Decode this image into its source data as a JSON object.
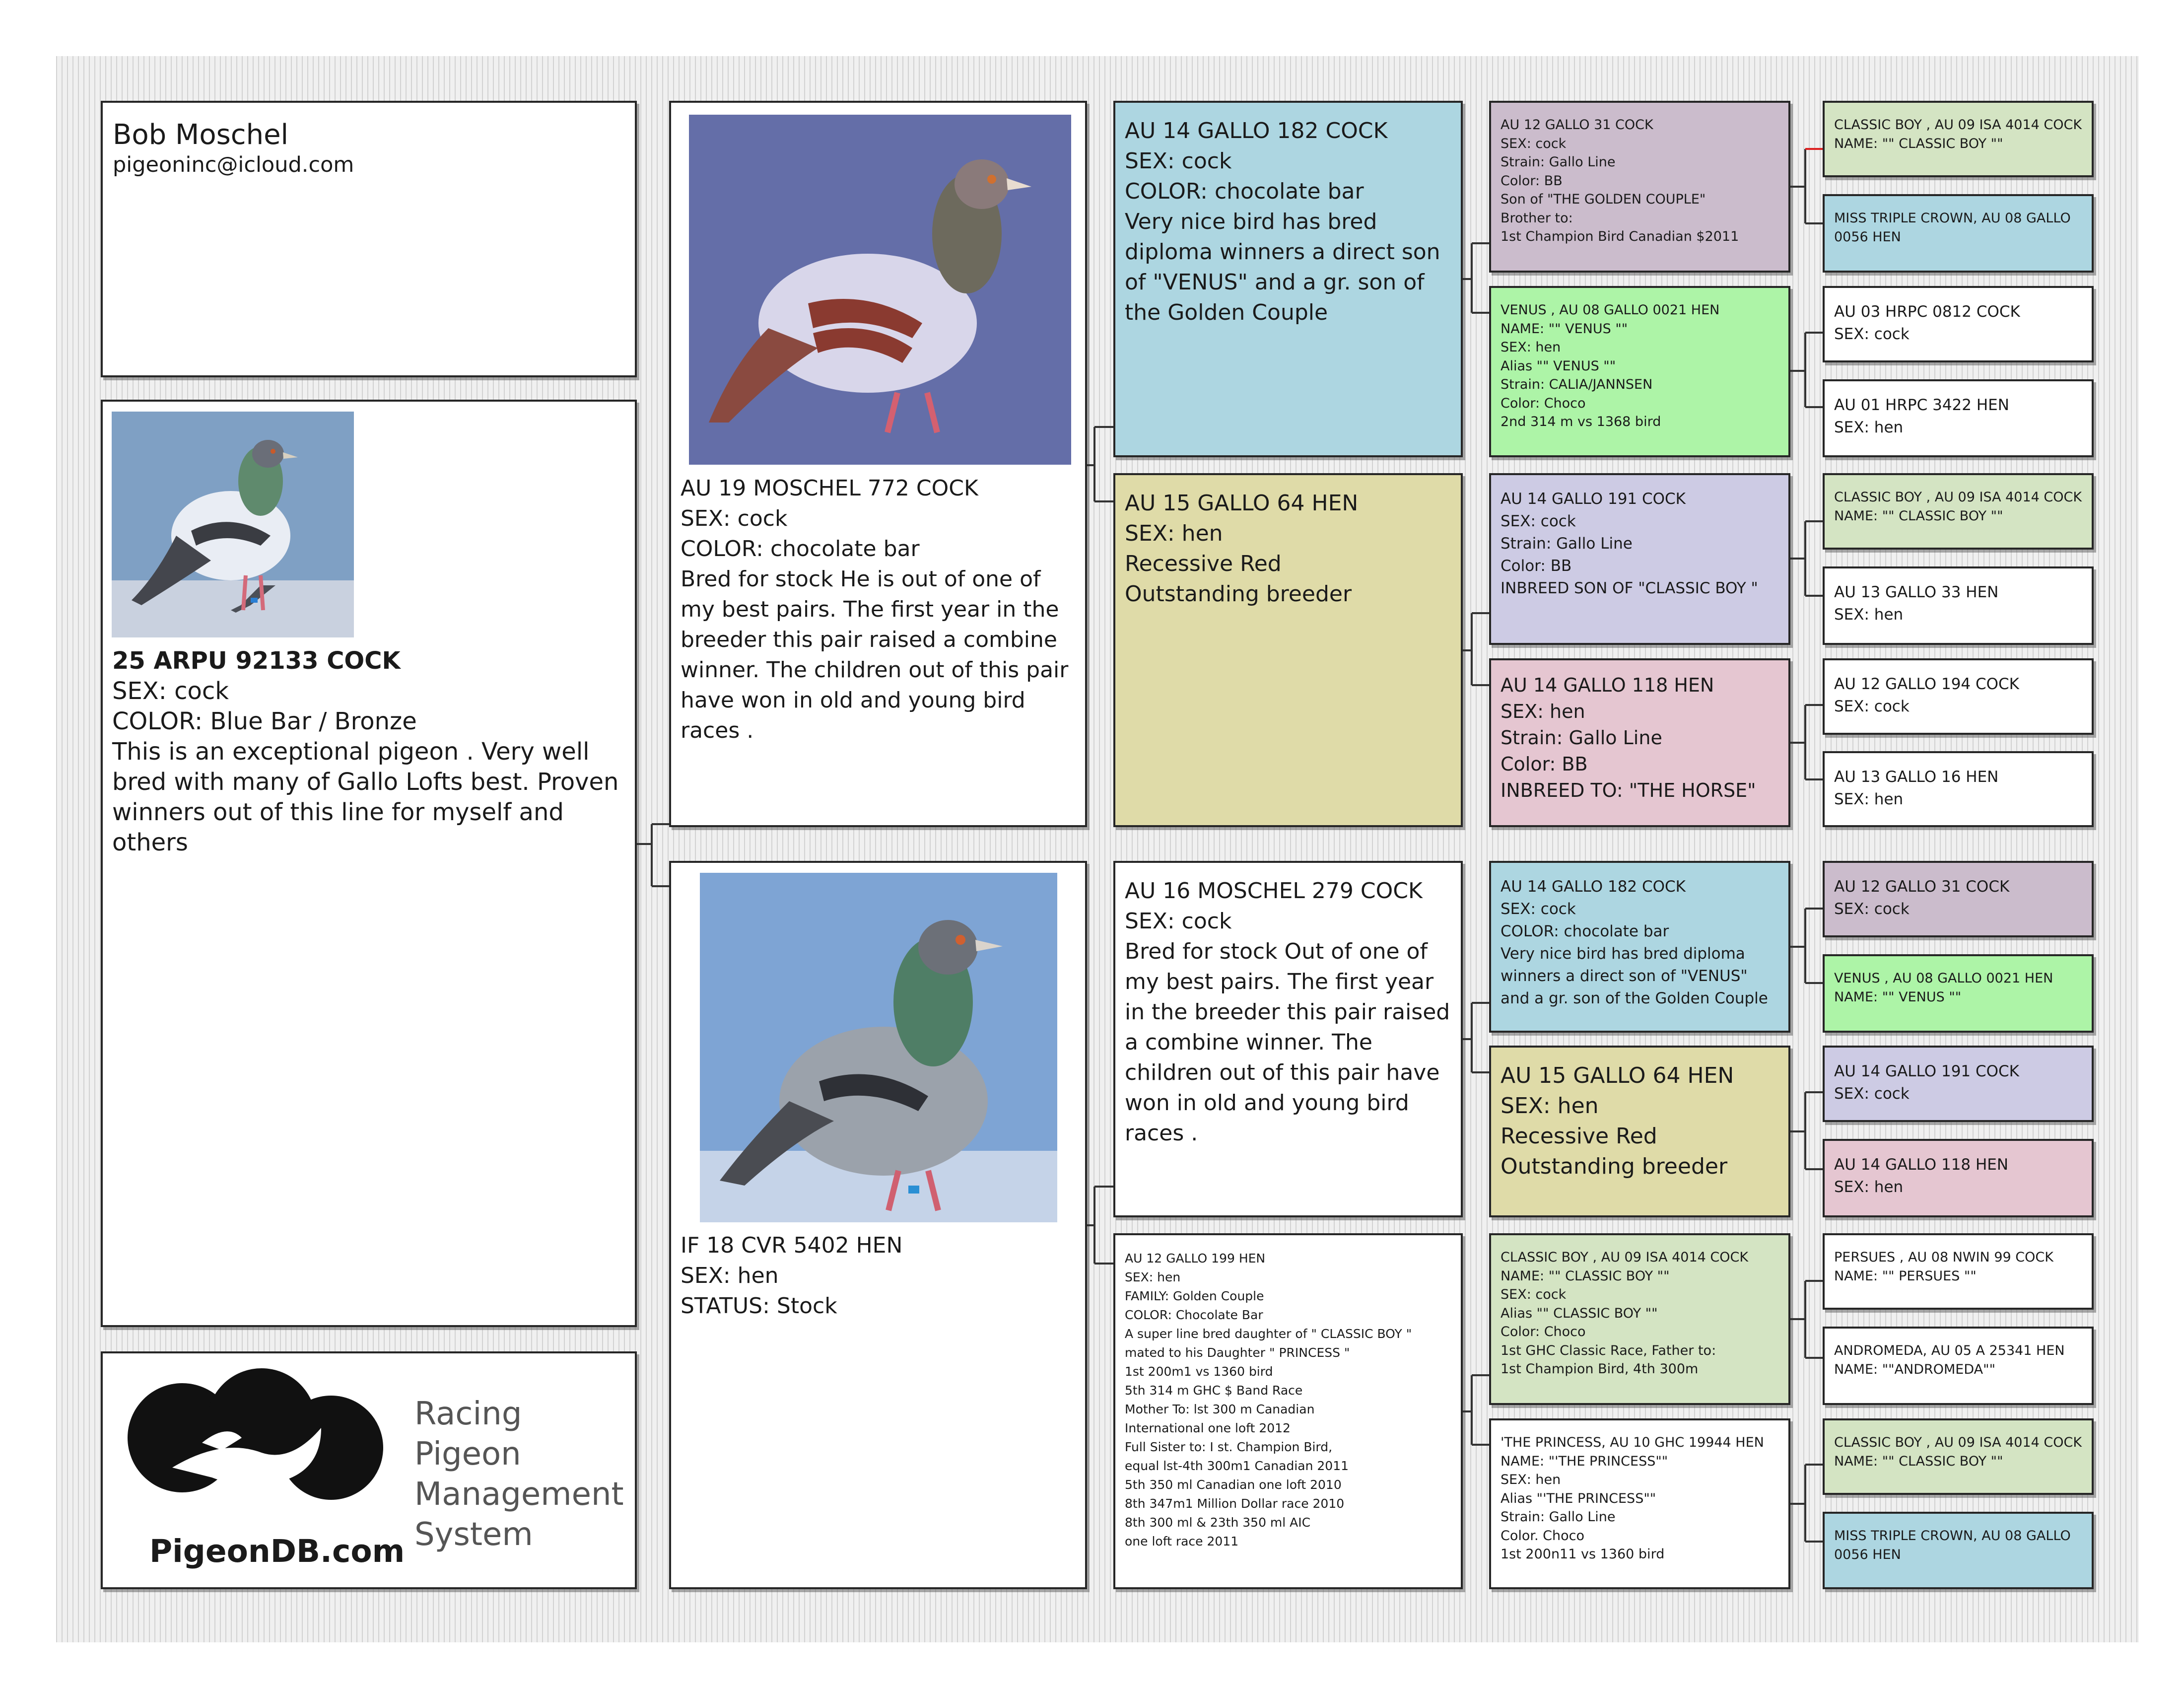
{
  "owner": {
    "name": "Bob Moschel",
    "email": "pigeoninc@icloud.com"
  },
  "subject": {
    "ring": "25 ARPU 92133 COCK",
    "lines": [
      "SEX: cock",
      "COLOR: Blue Bar / Bronze",
      "This is an exceptional pigeon . Very well bred with many of Gallo Lofts best. Proven winners out of this line for myself and others"
    ]
  },
  "sire": {
    "lines": [
      "AU 19 MOSCHEL 772 COCK",
      "SEX: cock",
      "COLOR: chocolate bar",
      "Bred for stock He is out of one of my best pairs. The first year in the breeder this pair raised a combine winner. The children out of this pair have won in old and young bird races ."
    ]
  },
  "dam": {
    "lines": [
      "IF 18 CVR 5402 HEN",
      "SEX: hen",
      "STATUS: Stock"
    ]
  },
  "grandparents": {
    "ss": [
      "AU 14 GALLO 182 COCK",
      "SEX: cock",
      "COLOR: chocolate bar",
      "Very nice bird has bred diploma winners a direct son of \"VENUS\" and a gr. son of the Golden Couple"
    ],
    "sd": [
      "AU 15 GALLO 64 HEN",
      "SEX: hen",
      "Recessive Red",
      "Outstanding breeder"
    ],
    "ds": [
      "AU 16 MOSCHEL 279 COCK",
      "SEX: cock",
      "Bred for stock  Out of one of my best pairs. The first year in the breeder this pair raised a combine winner. The children out of this pair have won in old and young bird races ."
    ],
    "dd": [
      "AU 12 GALLO 199 HEN",
      "SEX: hen",
      "FAMILY: Golden Couple",
      "COLOR: Chocolate Bar",
      "A super line bred daughter of  \" CLASSIC BOY \"",
      "mated to his Daughter \" PRINCESS \"",
      "1st 200m1 vs 1360 bird",
      "5th 314 m GHC $ Band Race",
      "Mother To: lst 300 m Canadian",
      "International one loft 2012",
      "Full Sister to: I st. Champion Bird,",
      "equal lst-4th 300m1 Canadian 2011",
      "5th 350 ml Canadian one loft 2010",
      "8th 347m1 Million Dollar race 2010",
      "8th 300 ml & 23th 350 ml AIC",
      "one loft race 2011"
    ]
  },
  "great_grandparents": {
    "sss": [
      "AU 12 GALLO 31 COCK",
      "SEX: cock",
      "Strain: Gallo Line",
      "Color: BB",
      "Son of \"THE GOLDEN COUPLE\"",
      "Brother to:",
      "1st Champion Bird Canadian $2011"
    ],
    "ssd": [
      "VENUS ,  AU 08 GALLO 0021 HEN",
      "NAME: \"\" VENUS \"\"",
      "SEX: hen",
      "Alias \"\" VENUS \"\"",
      "Strain: CALIA/JANNSEN",
      "Color: Choco",
      "2nd 314 m vs 1368 bird"
    ],
    "sds": [
      "AU 14 GALLO 191 COCK",
      "SEX: cock",
      "Strain: Gallo Line",
      "Color: BB",
      "INBREED SON OF \"CLASSIC BOY \""
    ],
    "sdd": [
      "AU 14 GALLO 118 HEN",
      "SEX: hen",
      "Strain: Gallo Line",
      "Color: BB",
      "INBREED TO: \"THE HORSE\""
    ],
    "dss": [
      "AU 14 GALLO 182 COCK",
      "SEX: cock",
      "COLOR: chocolate bar",
      "Very nice bird has bred diploma winners a direct son of \"VENUS\" and a gr. son of the Golden Couple"
    ],
    "dsd": [
      "AU 15 GALLO 64 HEN",
      "SEX: hen",
      "Recessive Red",
      "Outstanding breeder"
    ],
    "dds": [
      "CLASSIC BOY ,  AU 09 ISA 4014 COCK",
      "NAME: \"\" CLASSIC BOY \"\"",
      "SEX: cock",
      "Alias \"\" CLASSIC BOY \"\"",
      "Color: Choco",
      "1st GHC Classic Race, Father to:",
      "1st Champion Bird, 4th 300m"
    ],
    "ddd": [
      "'THE PRINCESS,  AU 10 GHC 19944 HEN",
      "NAME: \"'THE PRINCESS\"\"",
      "SEX: hen",
      "Alias \"'THE PRINCESS\"\"",
      "Strain: Gallo Line",
      "Color. Choco",
      "1st 200n11 vs 1360 bird"
    ]
  },
  "gen5": [
    [
      "CLASSIC BOY ,  AU 09 ISA 4014 COCK",
      "NAME: \"\" CLASSIC BOY \"\""
    ],
    [
      "MISS TRIPLE CROWN,  AU 08 GALLO 0056 HEN"
    ],
    [
      "AU 03 HRPC 0812 COCK",
      "SEX: cock"
    ],
    [
      "AU 01 HRPC 3422 HEN",
      "SEX: hen"
    ],
    [
      "CLASSIC BOY ,  AU 09 ISA 4014 COCK",
      "NAME: \"\" CLASSIC BOY \"\""
    ],
    [
      "AU 13 GALLO 33 HEN",
      "SEX: hen"
    ],
    [
      "AU 12 GALLO 194 COCK",
      "SEX: cock"
    ],
    [
      "AU 13 GALLO 16 HEN",
      "SEX: hen"
    ],
    [
      "AU 12 GALLO 31 COCK",
      "SEX: cock"
    ],
    [
      "VENUS ,  AU 08 GALLO 0021 HEN",
      "NAME: \"\" VENUS \"\""
    ],
    [
      "AU 14 GALLO 191 COCK",
      "SEX: cock"
    ],
    [
      "AU 14 GALLO 118 HEN",
      "SEX: hen"
    ],
    [
      "PERSUES ,  AU 08 NWIN 99 COCK",
      "NAME: \"\" PERSUES \"\""
    ],
    [
      "ANDROMEDA,  AU 05 A 25341 HEN",
      "NAME: \"\"ANDROMEDA\"\""
    ],
    [
      "CLASSIC BOY ,  AU 09 ISA 4014 COCK",
      "NAME: \"\" CLASSIC BOY \"\""
    ],
    [
      "MISS TRIPLE CROWN,  AU 08 GALLO 0056 HEN"
    ]
  ],
  "logo": {
    "brand_lines": [
      "Racing Pigeon",
      "Management",
      "System"
    ],
    "site": "PigeonDB.com"
  },
  "colors": {
    "blue": "#add6e1",
    "olive": "#dfdba8",
    "mauve": "#cbbccc",
    "green": "#adf4a7",
    "lavender": "#cdcbe4",
    "pink": "#e5c6d1",
    "sage": "#d4e4c3",
    "border": "#262626"
  },
  "icons": [
    "pigeon-photo",
    "pigeondb-logo-icon"
  ]
}
